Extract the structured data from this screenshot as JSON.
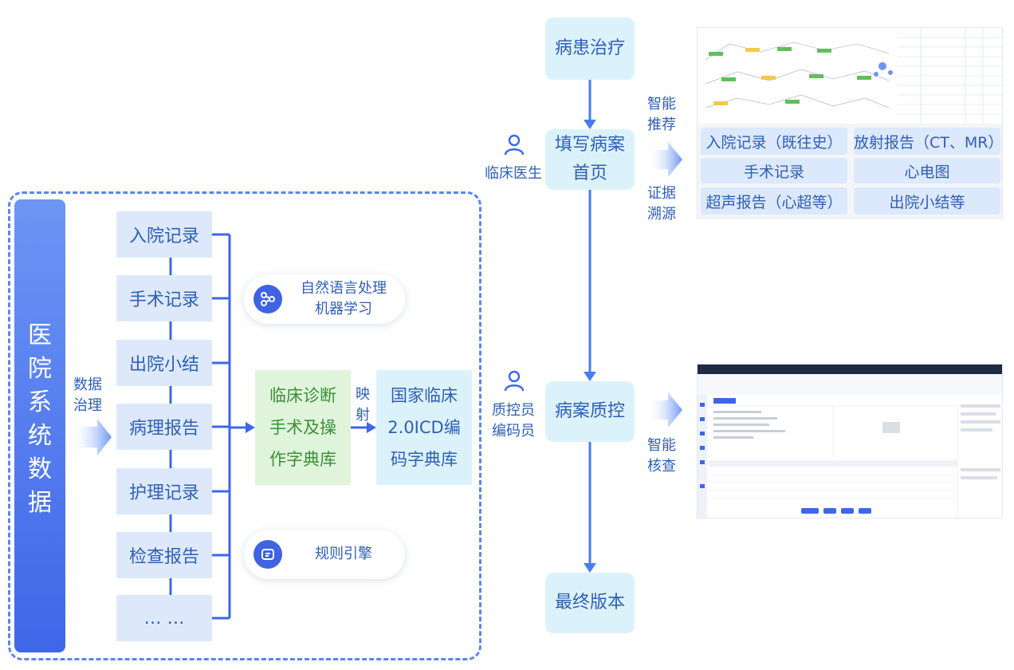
{
  "left_bar": {
    "chars": [
      "医",
      "院",
      "系",
      "统",
      "数",
      "据"
    ]
  },
  "governance_label": {
    "line1": "数据",
    "line2": "治理"
  },
  "sources": [
    "入院记录",
    "手术记录",
    "出院小结",
    "病理报告",
    "护理记录",
    "检查报告",
    "… …"
  ],
  "nlp_pill": {
    "line1": "自然语言处理",
    "line2": "机器学习",
    "icon": "graph-nodes-icon"
  },
  "rule_pill": {
    "line1": "规则引擎",
    "icon": "rules-engine-icon"
  },
  "clinical_dict": {
    "line1": "临床诊断",
    "line2": "手术及操",
    "line3": "作字典库"
  },
  "mapping_label": {
    "line1": "映",
    "line2": "射"
  },
  "icd_dict": {
    "line1": "国家临床",
    "line2": "2.0ICD编",
    "line3": "码字典库"
  },
  "flow": {
    "treatment": "病患治疗",
    "fill_homepage": {
      "line1": "填写病案",
      "line2": "首页"
    },
    "qc": "病案质控",
    "final": "最终版本"
  },
  "roles": {
    "doctor": "临床医生",
    "qc_line1": "质控员",
    "qc_line2": "编码员",
    "icon": "user-icon"
  },
  "side_labels": {
    "smart_recommend": {
      "line1": "智能",
      "line2": "推荐"
    },
    "evidence": {
      "line1": "证据",
      "line2": "溯源"
    },
    "smart_check": {
      "line1": "智能",
      "line2": "核查"
    }
  },
  "evidence_tags": [
    "入院记录（既往史）",
    "放射报告（CT、MR）",
    "手术记录",
    "心电图",
    "超声报告（心超等）",
    "出院小结等"
  ],
  "colors": {
    "primary": "#3f66e8",
    "arrow": "#4a7cf0",
    "green_box": "#dff4da",
    "cyan_box": "#dcf2fb",
    "source_box": "#dde9fb"
  }
}
